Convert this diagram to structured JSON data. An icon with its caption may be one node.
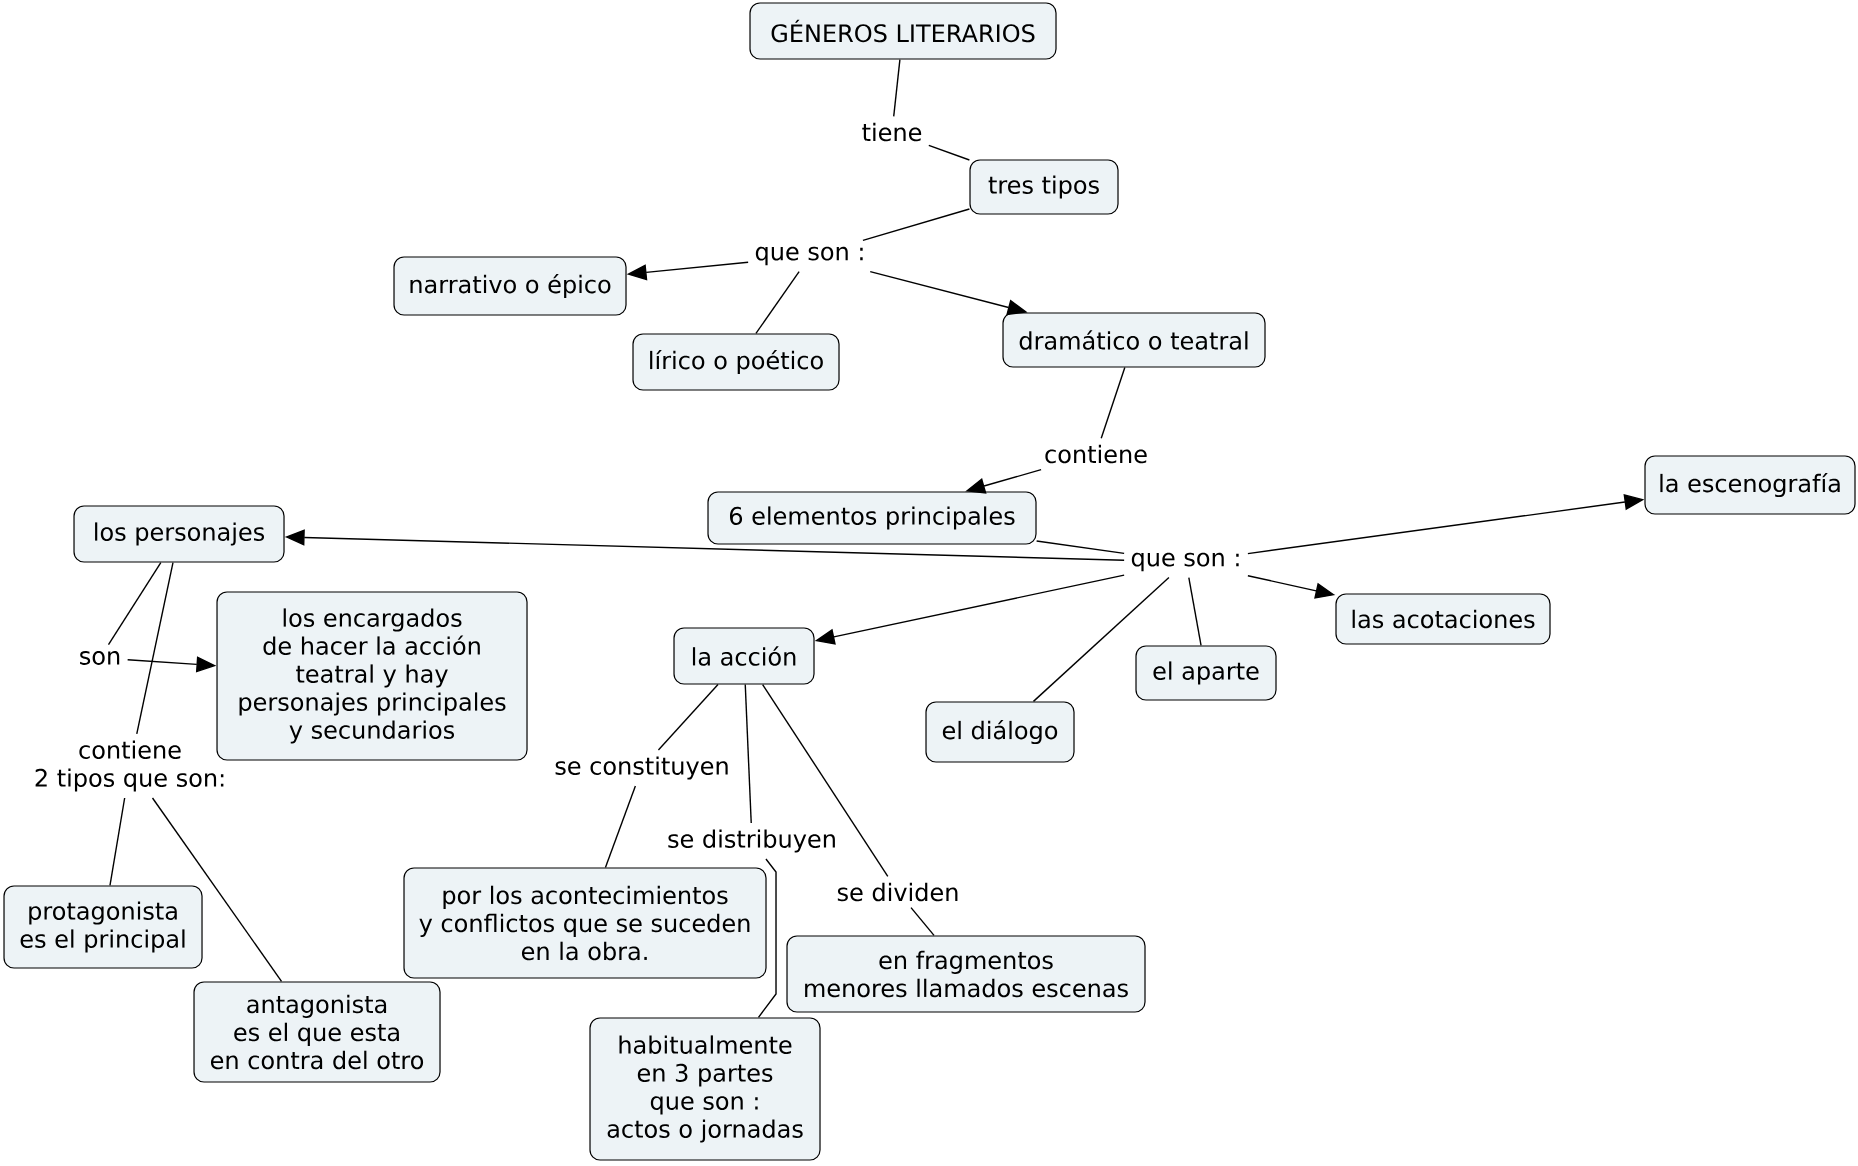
{
  "diagram": {
    "nodes": [
      {
        "text": [
          "GÉNEROS LITERARIOS"
        ]
      },
      {
        "text": [
          "tiene"
        ]
      },
      {
        "text": [
          "tres tipos"
        ]
      },
      {
        "text": [
          "que son :"
        ]
      },
      {
        "text": [
          "narrativo o épico"
        ]
      },
      {
        "text": [
          "lírico o poético"
        ]
      },
      {
        "text": [
          "dramático o teatral"
        ]
      },
      {
        "text": [
          "contiene"
        ]
      },
      {
        "text": [
          "6 elementos principales"
        ]
      },
      {
        "text": [
          "que son :"
        ]
      },
      {
        "text": [
          "la escenografía"
        ]
      },
      {
        "text": [
          "los personajes"
        ]
      },
      {
        "text": [
          "son"
        ]
      },
      {
        "text": [
          "los encargados de hacer la acción teatral y hay personajes principales y secundarios"
        ]
      },
      {
        "text": [
          "contiene 2 tipos que son:"
        ]
      },
      {
        "text": [
          "la acción"
        ]
      },
      {
        "text": [
          "las acotaciones"
        ]
      },
      {
        "text": [
          "el aparte"
        ]
      },
      {
        "text": [
          "el diálogo"
        ]
      },
      {
        "text": [
          "se constituyen"
        ]
      },
      {
        "text": [
          "se distribuyen"
        ]
      },
      {
        "text": [
          "se dividen"
        ]
      },
      {
        "text": [
          "protagonista es el principal"
        ]
      },
      {
        "text": [
          "por los acontecimientos y conflictos que se suceden en la obra."
        ]
      },
      {
        "text": [
          "en fragmentos menores llamados escenas"
        ]
      },
      {
        "text": [
          "antagonista es el que esta en contra del otro"
        ]
      },
      {
        "text": [
          "habitualmente en 3 partes que son : actos o jornadas"
        ]
      }
    ],
    "edges": [
      {
        "from": 0,
        "to": 1,
        "arrow": "none"
      },
      {
        "from": 1,
        "to": 2,
        "arrow": "none"
      },
      {
        "from": 2,
        "to": 3,
        "arrow": "none"
      },
      {
        "from": 3,
        "to": 4,
        "arrow": "to"
      },
      {
        "from": 3,
        "to": 5,
        "arrow": "none"
      },
      {
        "from": 3,
        "to": 6,
        "arrow": "to"
      },
      {
        "from": 6,
        "to": 7,
        "arrow": "none"
      },
      {
        "from": 7,
        "to": 8,
        "arrow": "to"
      },
      {
        "from": 8,
        "to": 9,
        "arrow": "none"
      },
      {
        "from": 9,
        "to": 10,
        "arrow": "to"
      },
      {
        "from": 9,
        "to": 11,
        "arrow": "to"
      },
      {
        "from": 9,
        "to": 15,
        "arrow": "to"
      },
      {
        "from": 9,
        "to": 16,
        "arrow": "to"
      },
      {
        "from": 9,
        "to": 17,
        "arrow": "none"
      },
      {
        "from": 9,
        "to": 18,
        "arrow": "none"
      },
      {
        "from": 11,
        "to": 12,
        "arrow": "none"
      },
      {
        "from": 12,
        "to": 13,
        "arrow": "to"
      },
      {
        "from": 11,
        "to": 14,
        "arrow": "none"
      },
      {
        "from": 14,
        "to": 22,
        "arrow": "none"
      },
      {
        "from": 14,
        "to": 25,
        "arrow": "none"
      },
      {
        "from": 15,
        "to": 19,
        "arrow": "none"
      },
      {
        "from": 19,
        "to": 23,
        "arrow": "none"
      },
      {
        "from": 15,
        "to": 20,
        "arrow": "none"
      },
      {
        "from": 20,
        "to": 26,
        "arrow": "none"
      },
      {
        "from": 15,
        "to": 21,
        "arrow": "none"
      },
      {
        "from": 21,
        "to": 24,
        "arrow": "none"
      }
    ]
  }
}
